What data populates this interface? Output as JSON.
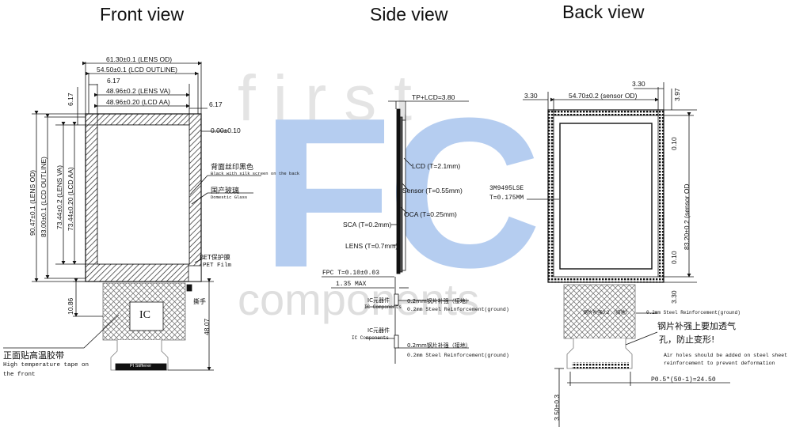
{
  "watermark": {
    "big": "FC",
    "top": "first",
    "bottom": "components",
    "color_blue": "#aac8ee",
    "color_gray": "#d9d9d9"
  },
  "views": {
    "front": "Front view",
    "side": "Side view",
    "back": "Back view"
  },
  "front": {
    "lens_od": "61.30±0.1 (LENS OD)",
    "lcd_outline": "54.50±0.1 (LCD OUTLINE)",
    "dim_617_a": "6.17",
    "lens_va": "48.96±0.2 (LENS VA)",
    "lcd_aa": "48.96±0.20 (LCD AA)",
    "dim_617_b": "6.17",
    "dim_617_c": "6.17",
    "gap": "0.00±0.10",
    "silk_cn": "背面丝印黑色",
    "silk_en": "Black with silk screen on the back",
    "glass_cn": "国产玻璃",
    "glass_en": "Domestic Glass",
    "pet_cn": "PET保护膜",
    "pet_en": "PET Film",
    "handle_cn": "撕手",
    "v_lens_od": "90.47±0.1 (LENS OD)",
    "v_lcd_outline": "83.00±0.1 (LCD OUTLINE)",
    "v_lens_va": "73.44±0.2 (LENS VA)",
    "v_lcd_aa": "73.44±0.20 (LCD AA)",
    "dim_1086": "10.86",
    "dim_4807": "48.07",
    "ic": "IC",
    "tape_cn": "正面贴高温胶带",
    "tape_en1": "High temperature tape on",
    "tape_en2": "the front",
    "stiffener": "PI Stiffener"
  },
  "side": {
    "tp_lcd": "TP+LCD=3.80",
    "lcd": "LCD (T=2.1mm)",
    "sensor": "Sensor (T=0.55mm)",
    "oca": "OCA (T=0.25mm)",
    "sca": "SCA (T=0.2mm)",
    "lens": "LENS (T=0.7mm)",
    "fpc": "FPC T=0.10±0.03",
    "max": "1.35 MAX",
    "ic1_cn": "IC元器件",
    "ic1_en": "IC Components",
    "steel1_cn": "0.2mm钢片补强（接地）",
    "steel1_en": "0.2mm Steel Reinforcement(ground)",
    "ic2_cn": "IC元器件",
    "ic2_en": "IC Components",
    "steel2_cn": "0.2mm钢片补强（接地）",
    "steel2_en": "0.2mm Steel Reinforcement(ground)"
  },
  "back": {
    "dim_330_left": "3.30",
    "dim_330_top": "3.30",
    "sensor_od": "54.70±0.2 (sensor OD)",
    "dim_397": "3.97",
    "dim_010_a": "0.10",
    "v_sensor_od": "83.20±0.2 (sensor OD",
    "dim_010_b": "0.10",
    "dim_330_r": "3.30",
    "model": "3M9495LSE",
    "model_t": "T=0.175MM",
    "steel_label": "钢片补强0.2 （接地）",
    "steel_en": "0.2mm Steel Reinforcement(ground)",
    "air_cn1": "钢片补强上要加透气",
    "air_cn2": "孔，防止变形!",
    "air_en1": "Air holes should be added on steel sheet",
    "air_en2": "reinforcement to prevent deformation",
    "pitch": "P0.5*(50-1)=24.50",
    "dim_350": "3.50±0.3"
  }
}
